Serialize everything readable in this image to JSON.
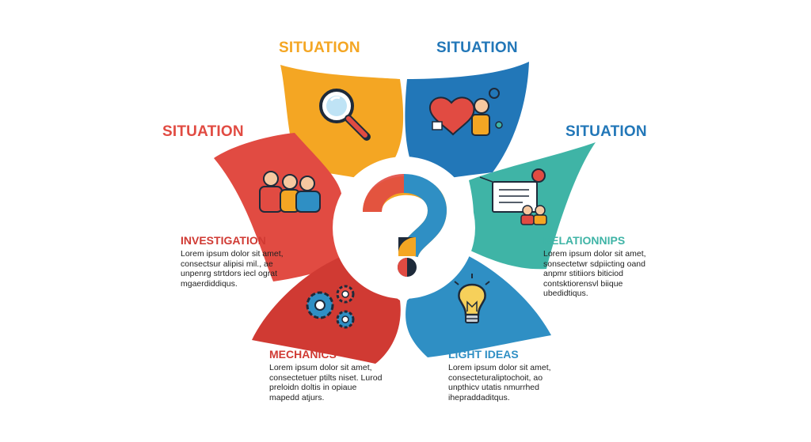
{
  "colors": {
    "yellow": "#f4a623",
    "blue": "#2277b8",
    "red": "#e14b42",
    "teal": "#3fb4a6",
    "deep_red": "#d03a33",
    "light_blue": "#2f8fc4",
    "dark_text": "#222222"
  },
  "headings": {
    "top_left": "SITUATION",
    "top_right": "SITUATION",
    "mid_left": "SITUATION",
    "mid_right": "SITUATION"
  },
  "blocks": {
    "investigation": {
      "title": "INVESTIGATION",
      "lines": [
        "Lorem ipsum dolor sit amet,",
        "consectsur alipisi mil., ae",
        "unpenrg strtdors iecl ograt",
        "mgaerdiddiqus."
      ]
    },
    "relationships": {
      "title": "RELATIONNIPS",
      "lines": [
        "Lorem ipsum dolor sit amet,",
        "sonsectetwr sdpiicting oand",
        "anpmr stitiiors biticiod",
        "contsktiorensvl biique",
        "ubedidtiqus."
      ]
    },
    "mechanics": {
      "title": "MECHANICS",
      "lines": [
        "Lorem ipsum dolor sit amet,",
        "consectetuer ptilts niset. Lurod",
        "preloidn doltis in opiaue",
        "mapedd atjurs."
      ]
    },
    "light_ideas": {
      "title": "LIGHT IDEAS",
      "lines": [
        "Lorem ipsum dolor sit amet,",
        "consecteturaliptochoit, ao",
        "unpthicv utatis nmurrhed",
        "ihepraddaditqus."
      ]
    }
  },
  "icons": {
    "yellow_petal": "magnifier-icon",
    "blue_petal": "heart-person-icon",
    "red_petal": "people-group-icon",
    "teal_petal": "board-meeting-icon",
    "deep_red_petal": "gears-icon",
    "light_blue_petal": "lightbulb-icon",
    "center": "question-mark-icon"
  }
}
